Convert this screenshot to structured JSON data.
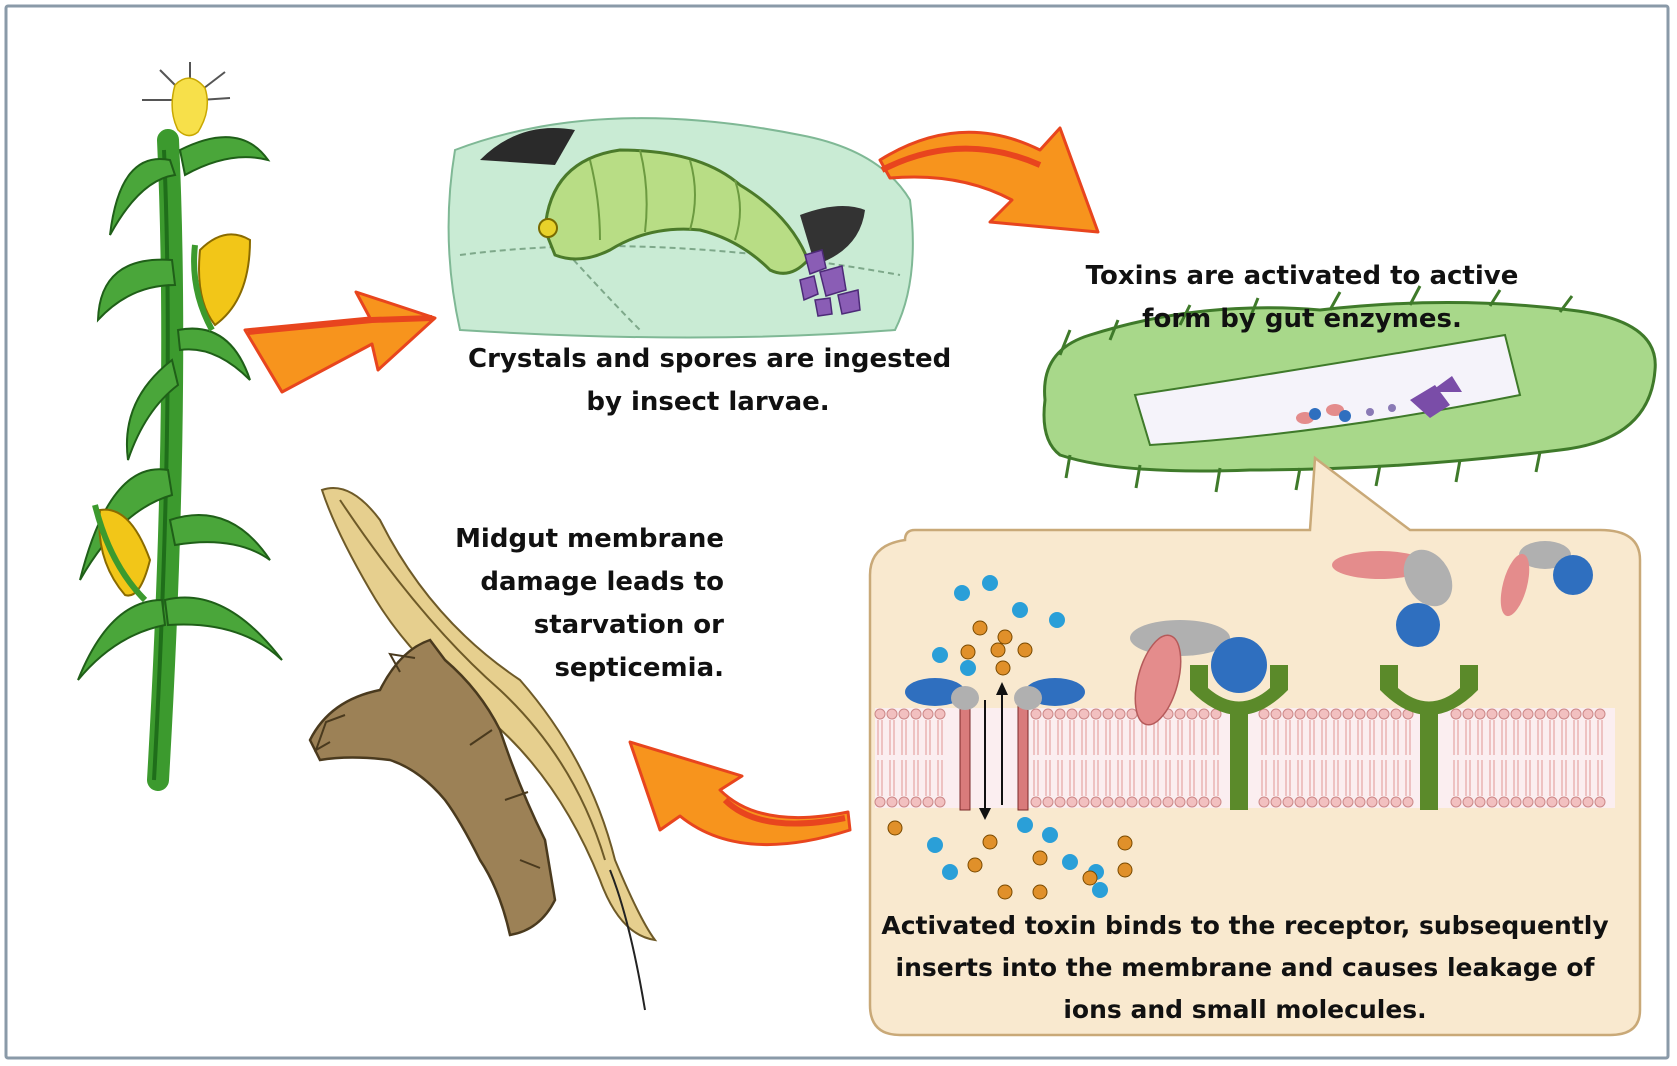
{
  "captions": {
    "ingest": {
      "line1": "Crystals and spores are ingested",
      "line2": "by insect larvae."
    },
    "activate": {
      "line1": "Toxins are activated to active",
      "line2": "form by gut enzymes."
    },
    "midgut": {
      "line1": "Midgut membrane",
      "line2": "damage leads to",
      "line3": "starvation or",
      "line4": "septicemia."
    },
    "bind": {
      "line1": "Activated toxin binds to the receptor, subsequently",
      "line2": "inserts into the membrane and causes leakage of",
      "line3": "ions and small molecules."
    }
  },
  "colors": {
    "arrow_orange": "#f7941d",
    "arrow_red": "#e8451e",
    "larva_green": "#a8d88a",
    "plant_green": "#3c9a2e",
    "corn_yellow": "#f2c618",
    "callout_bg": "#f9e9cf",
    "receptor_green": "#5b8a2a",
    "toxin_blue": "#2f6fbf",
    "toxin_pink": "#e48c8c",
    "toxin_gray": "#b0b0b0",
    "ion_blue": "#2a9fd8",
    "ion_orange": "#e0902a",
    "membrane_pink": "#f2c0c0",
    "damaged_gut_brown": "#9c8156",
    "damaged_tissue_tan": "#e6cf8e"
  },
  "icons": [
    "corn-plant-icon",
    "larva-eating-icon",
    "larva-gut-icon",
    "damaged-midgut-icon",
    "membrane-callout-icon"
  ]
}
